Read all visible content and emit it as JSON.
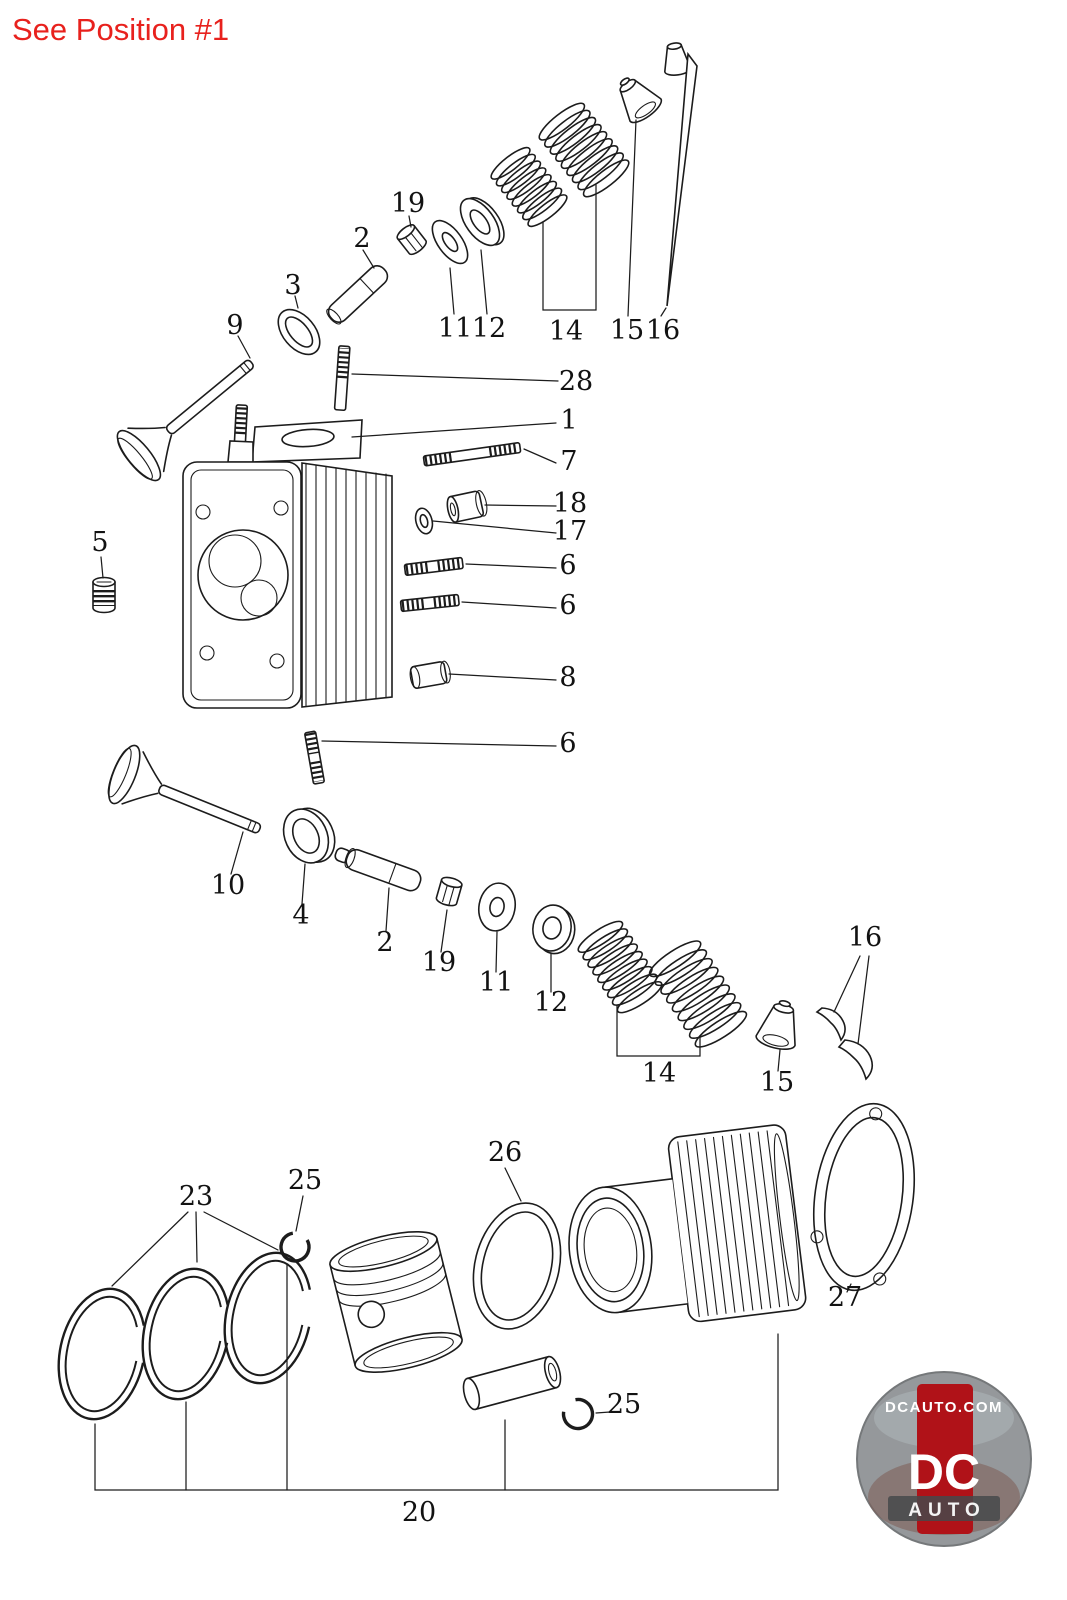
{
  "note": {
    "text": "See Position #1",
    "color": "#e8211d"
  },
  "labels": {
    "l9": "9",
    "l3": "3",
    "l2t": "2",
    "l19t": "19",
    "l11t": "11",
    "l12t": "12",
    "l14t": "14",
    "l15t": "15",
    "l16t": "16",
    "l28": "28",
    "l1": "1",
    "l7": "7",
    "l18": "18",
    "l17": "17",
    "l6a": "6",
    "l6b": "6",
    "l8": "8",
    "l5": "5",
    "l6c": "6",
    "l10": "10",
    "l4": "4",
    "l2b": "2",
    "l19b": "19",
    "l11b": "11",
    "l12b": "12",
    "l14b": "14",
    "l15b": "15",
    "l16b": "16",
    "l23": "23",
    "l25a": "25",
    "l26": "26",
    "l27": "27",
    "l25b": "25",
    "l20": "20"
  },
  "logo": {
    "site": "DCAUTO.COM",
    "dc": "DC",
    "auto": "AUTO",
    "accent_red": "#b01218"
  }
}
